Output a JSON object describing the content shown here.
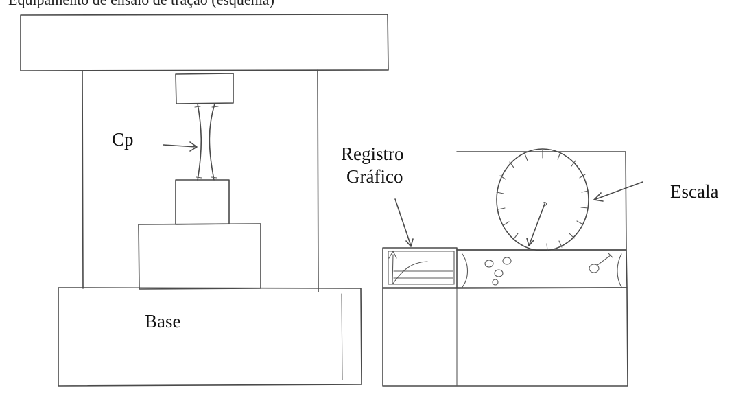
{
  "diagram": {
    "caption_fragment": "Equipamento de ensaio de tração (esquema)",
    "labels": {
      "cp": "Cp",
      "registro_line1": "Registro",
      "registro_line2": "Gráfico",
      "escala": "Escala",
      "base": "Base"
    }
  }
}
